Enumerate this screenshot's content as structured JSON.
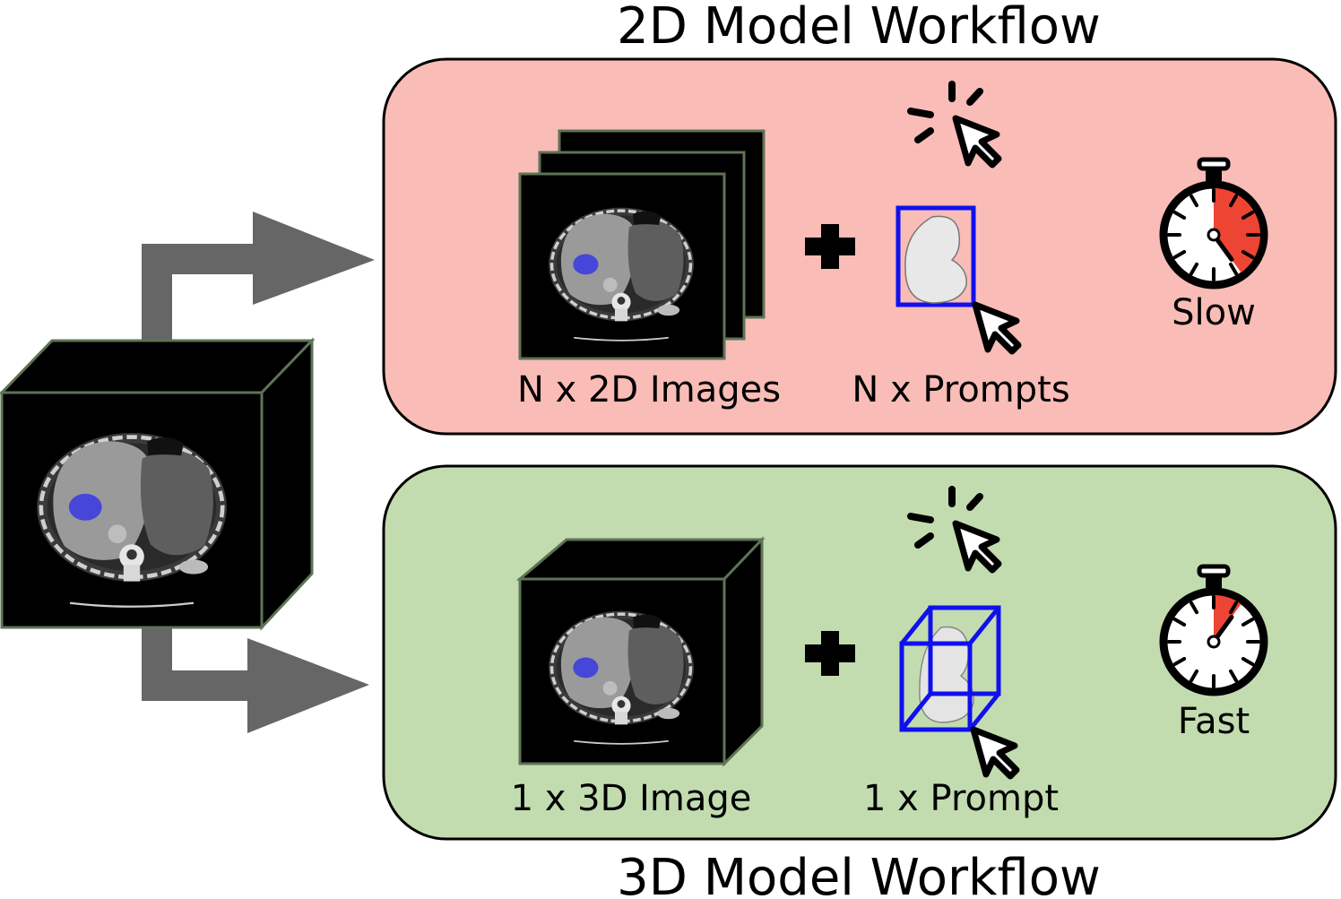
{
  "workflow_2d": {
    "title": "2D Model Workflow",
    "images_label": "N x 2D Images",
    "prompts_label": "N x Prompts",
    "speed_label": "Slow",
    "box_color": "#f9bcb6",
    "timer_fraction": 0.4
  },
  "workflow_3d": {
    "title": "3D Model Workflow",
    "images_label": "1 x 3D Image",
    "prompts_label": "1 x Prompt",
    "speed_label": "Fast",
    "box_color": "#c2dcb0",
    "timer_fraction": 0.1
  },
  "colors": {
    "arrow": "#666666",
    "prompt_box": "#1010ee",
    "timer_fill": "#ee4433",
    "tumor": "#5555ee",
    "volume_edge": "#5e7356"
  },
  "icons": [
    "click-cursor-icon",
    "plus-icon",
    "stopwatch-icon",
    "kidney-icon",
    "ct-volume-icon"
  ]
}
